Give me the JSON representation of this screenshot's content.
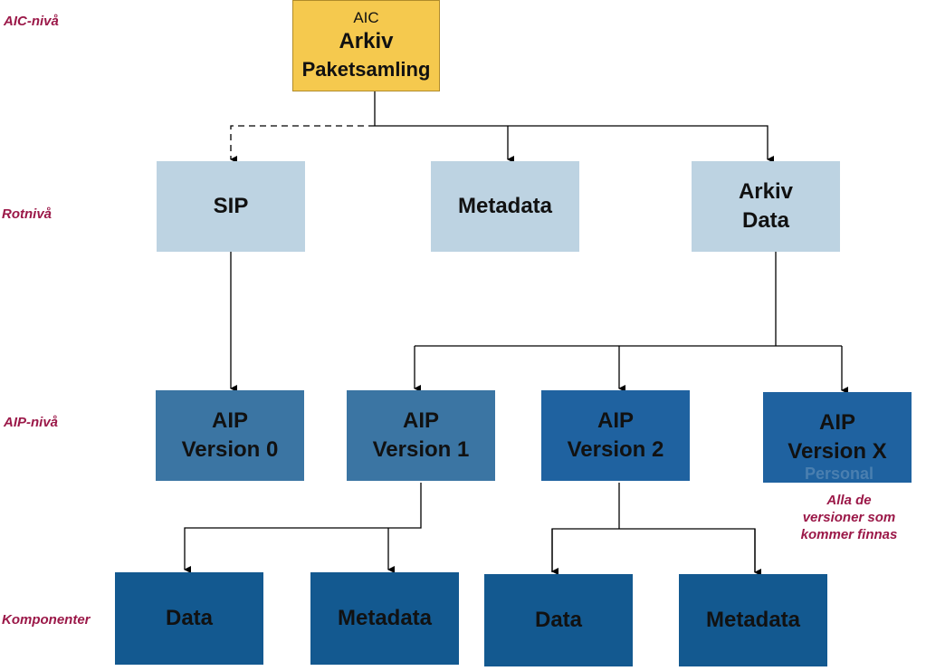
{
  "levels": {
    "aic": "AIC-nivå",
    "root": "Rotnivå",
    "aip": "AIP-nivå",
    "components": "Komponenter"
  },
  "aic_box": {
    "small": "AIC",
    "line1": "Arkiv",
    "line2": "Paketsamling"
  },
  "root_boxes": {
    "sip": "SIP",
    "metadata": "Metadata",
    "archive_line1": "Arkiv",
    "archive_line2": "Data"
  },
  "aip_boxes": [
    {
      "line1": "AIP",
      "line2": "Version 0"
    },
    {
      "line1": "AIP",
      "line2": "Version 1"
    },
    {
      "line1": "AIP",
      "line2": "Version 2"
    },
    {
      "line1": "AIP",
      "line2": "Version X"
    }
  ],
  "component_boxes": [
    "Data",
    "Metadata",
    "Data",
    "Metadata"
  ],
  "note": {
    "line1": "Alla de",
    "line2": "versioner som",
    "line3": "kommer finnas"
  },
  "watermark": "Personal",
  "colors": {
    "level_label": "#9b1848",
    "aic_fill": "#f5c94e",
    "root_fill": "#bdd3e2",
    "aip_fill": "#3b75a3",
    "component_fill": "#135990"
  }
}
